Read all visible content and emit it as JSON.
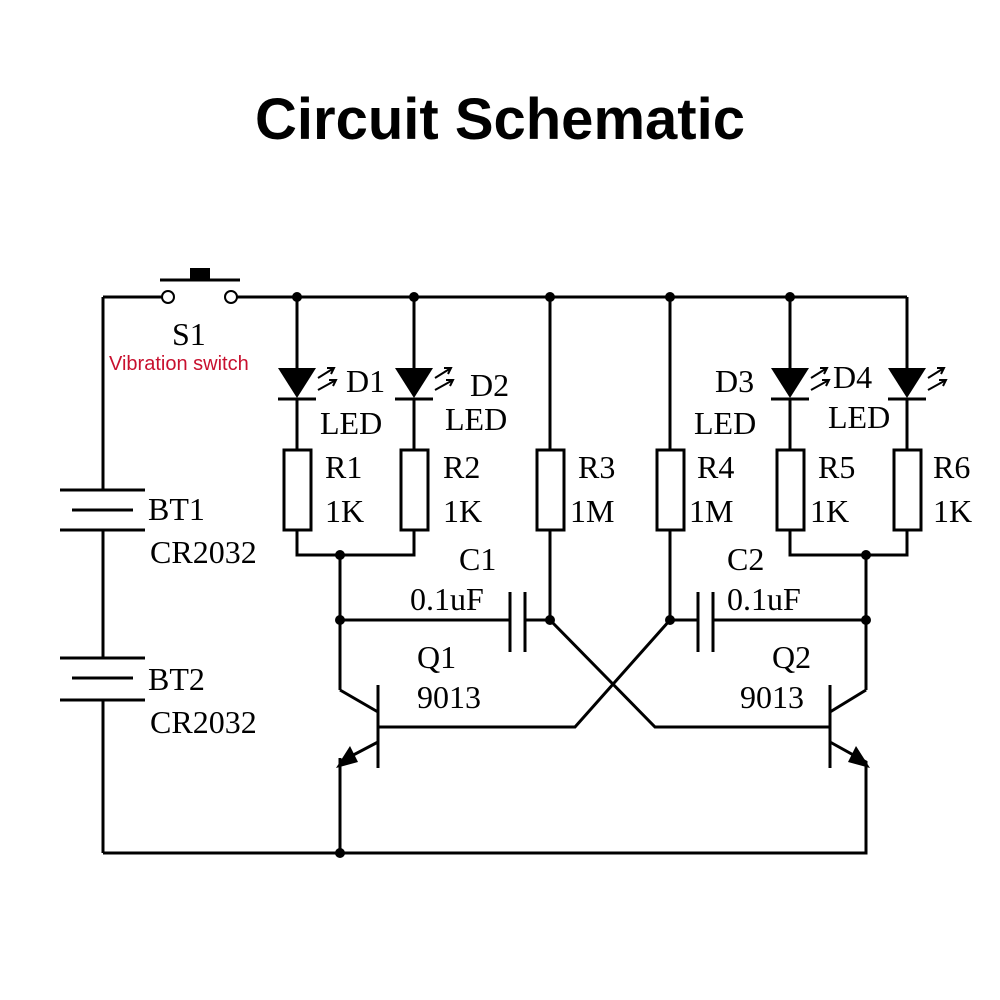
{
  "title": "Circuit Schematic",
  "switch": {
    "ref": "S1",
    "note": "Vibration switch"
  },
  "batteries": [
    {
      "ref": "BT1",
      "value": "CR2032"
    },
    {
      "ref": "BT2",
      "value": "CR2032"
    }
  ],
  "leds": [
    {
      "ref": "D1",
      "value": "LED"
    },
    {
      "ref": "D2",
      "value": "LED"
    },
    {
      "ref": "D3",
      "value": "LED"
    },
    {
      "ref": "D4",
      "value": "LED"
    }
  ],
  "resistors": [
    {
      "ref": "R1",
      "value": "1K"
    },
    {
      "ref": "R2",
      "value": "1K"
    },
    {
      "ref": "R3",
      "value": "1M"
    },
    {
      "ref": "R4",
      "value": "1M"
    },
    {
      "ref": "R5",
      "value": "1K"
    },
    {
      "ref": "R6",
      "value": "1K"
    }
  ],
  "capacitors": [
    {
      "ref": "C1",
      "value": "0.1uF"
    },
    {
      "ref": "C2",
      "value": "0.1uF"
    }
  ],
  "transistors": [
    {
      "ref": "Q1",
      "value": "9013"
    },
    {
      "ref": "Q2",
      "value": "9013"
    }
  ]
}
